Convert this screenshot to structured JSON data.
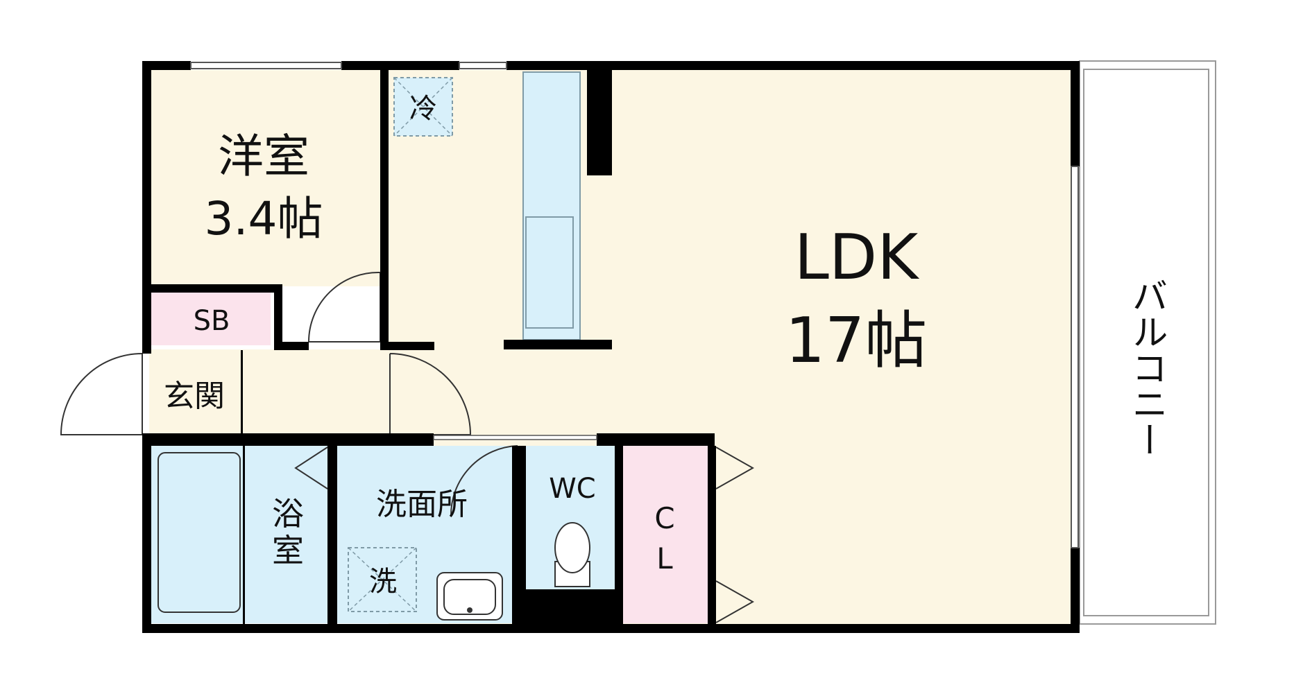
{
  "rooms": {
    "western_room": {
      "name": "洋室",
      "size": "3.4帖"
    },
    "ldk": {
      "name": "LDK",
      "size": "17帖"
    },
    "sb": {
      "name": "SB"
    },
    "entrance": {
      "name": "玄関"
    },
    "bathroom": {
      "name_line1": "浴",
      "name_line2": "室"
    },
    "washroom": {
      "name": "洗面所"
    },
    "wc": {
      "name": "WC"
    },
    "closet": {
      "name_line1": "C",
      "name_line2": "L"
    },
    "balcony": {
      "name": "バルコニー"
    }
  },
  "fixtures": {
    "fridge_space": "冷",
    "washer_space": "洗"
  },
  "colors": {
    "wall": "#000000",
    "living_floor": "#fcf6e3",
    "wet_area": "#d8f0fa",
    "storage": "#fbe3ec",
    "balcony": "#ffffff",
    "fixture_line": "#7f9aa6"
  }
}
